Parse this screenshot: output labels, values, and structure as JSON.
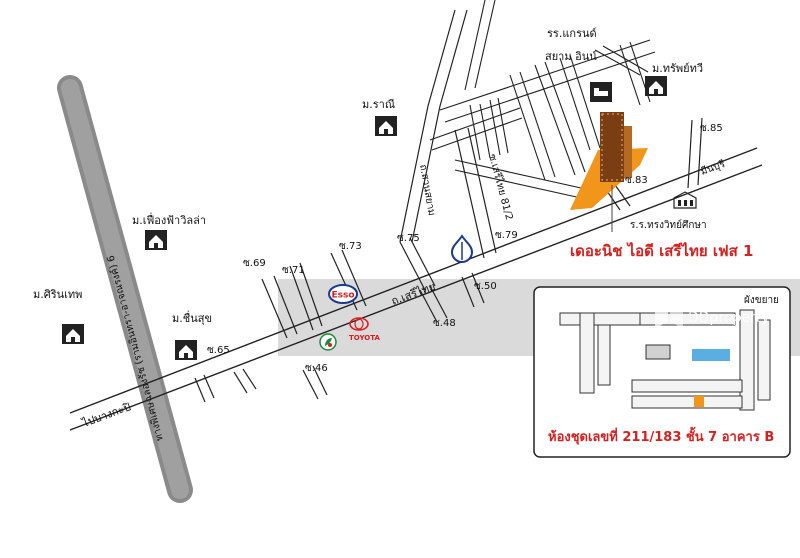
{
  "colors": {
    "highlight": "#f2961b",
    "brand_red": "#d6201f",
    "expressway": "#8c8c8c",
    "watermark_band": "#cfcfcf",
    "pool": "#5aaee0"
  },
  "labels": {
    "school_grand": "รร.แกรนด์",
    "school_grand2": "สยาม อินน์",
    "m_sapthawi": "ม.ทรัพย์ทวี",
    "m_rani": "ม.ราณี",
    "soi85": "ซ.85",
    "soi83": "ซ.83",
    "minburi": "มีนบุรี",
    "seri81": "ซ.เสรีไทย 81/2",
    "suansiam": "ถ.สวนสยาม",
    "soi79": "ซ.79",
    "school_song": "ร.ร.ทรงวิทย์ศึกษา",
    "project": "เดอะนิช ไอดี เสรีไทย เฟส 1",
    "soi75": "ซ.75",
    "soi73": "ซ.73",
    "soi69": "ซ.69",
    "soi71": "ซ.71",
    "seri_road": "ถ.เสรีไทย",
    "soi50": "ซ.50",
    "soi48": "ซ.48",
    "soi46": "ซ.46",
    "soi65": "ซ.65",
    "m_fuengfa": "ม.เฟื่องฟ้าวิลล่า",
    "m_sirin": "ม.ศิรินเทพ",
    "m_chuensuk": "ม.ชื่นสุข",
    "bangkapi": "ไปบางกะปิ",
    "expressway": "ทางพิเศษฉลองรัช (รามอินทรา-อาจณรงค์) 6",
    "esso": "Esso",
    "toyota": "TOYOTA",
    "watermark": "DDproperty"
  },
  "inset": {
    "title": "ผังขยาย",
    "caption": "ห้องชุดเลขที่ 211/183 ชั้น 7 อาคาร B"
  },
  "icons": [
    "house-icon",
    "hotel-icon",
    "school-icon",
    "bank-icon",
    "esso-logo",
    "toyota-logo",
    "bangchak-logo",
    "ddproperty-logo"
  ]
}
